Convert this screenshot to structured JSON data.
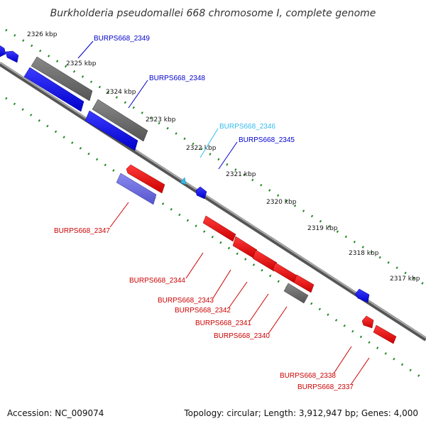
{
  "title": "Burkholderia pseudomallei 668 chromosome I, complete genome",
  "footer": {
    "accession": "Accession: NC_009074",
    "summary": "Topology: circular; Length: 3,912,947 bp; Genes: 4,000"
  },
  "colors": {
    "forward_gene": "#0000ee",
    "reverse_gene": "#ee0000",
    "other_gene": "#666666",
    "light_gene": "#33bbee",
    "rna_gene": "#6666dd",
    "backbone": "#808080",
    "tick_dots": "#228822"
  },
  "ticks": [
    "2326 kbp",
    "2325 kbp",
    "2324 kbp",
    "2323 kbp",
    "2322 kbp",
    "2321 kbp",
    "2320 kbp",
    "2319 kbp",
    "2318 kbp",
    "2317 kbp"
  ],
  "gene_labels": [
    {
      "id": "BURPS668_2349",
      "color": "blue"
    },
    {
      "id": "BURPS668_2348",
      "color": "blue"
    },
    {
      "id": "BURPS668_2346",
      "color": "cyan"
    },
    {
      "id": "BURPS668_2345",
      "color": "blue"
    },
    {
      "id": "BURPS668_2347",
      "color": "red"
    },
    {
      "id": "BURPS668_2344",
      "color": "red"
    },
    {
      "id": "BURPS668_2343",
      "color": "red"
    },
    {
      "id": "BURPS668_2342",
      "color": "red"
    },
    {
      "id": "BURPS668_2341",
      "color": "red"
    },
    {
      "id": "BURPS668_2340",
      "color": "red"
    },
    {
      "id": "BURPS668_2338",
      "color": "red"
    },
    {
      "id": "BURPS668_2337",
      "color": "red"
    }
  ]
}
